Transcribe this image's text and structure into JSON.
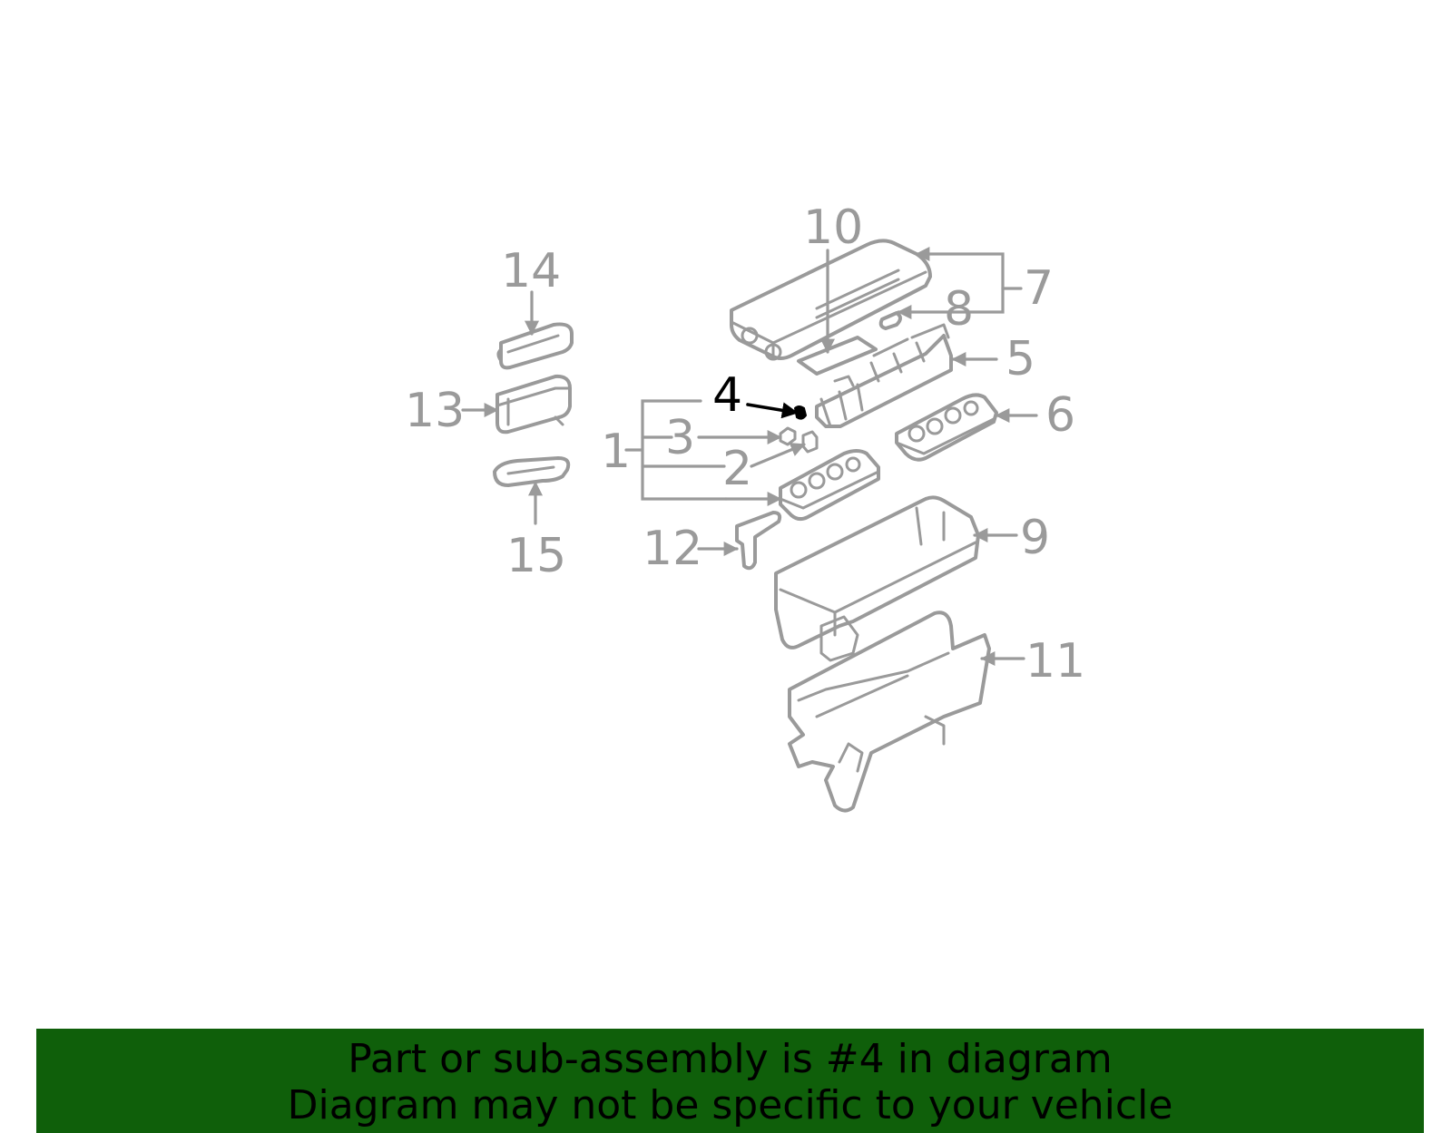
{
  "diagram": {
    "callouts": [
      "1",
      "2",
      "3",
      "4",
      "5",
      "6",
      "7",
      "8",
      "9",
      "10",
      "11",
      "12",
      "13",
      "14",
      "15"
    ],
    "highlighted_callout": "4",
    "colors": {
      "line_gray": "#9a9a9a",
      "highlight": "#000000",
      "banner_bg": "#0f5f0a"
    }
  },
  "banner": {
    "line1": "Part or sub-assembly is #4 in diagram",
    "line2": "Diagram may not be specific to your vehicle"
  }
}
